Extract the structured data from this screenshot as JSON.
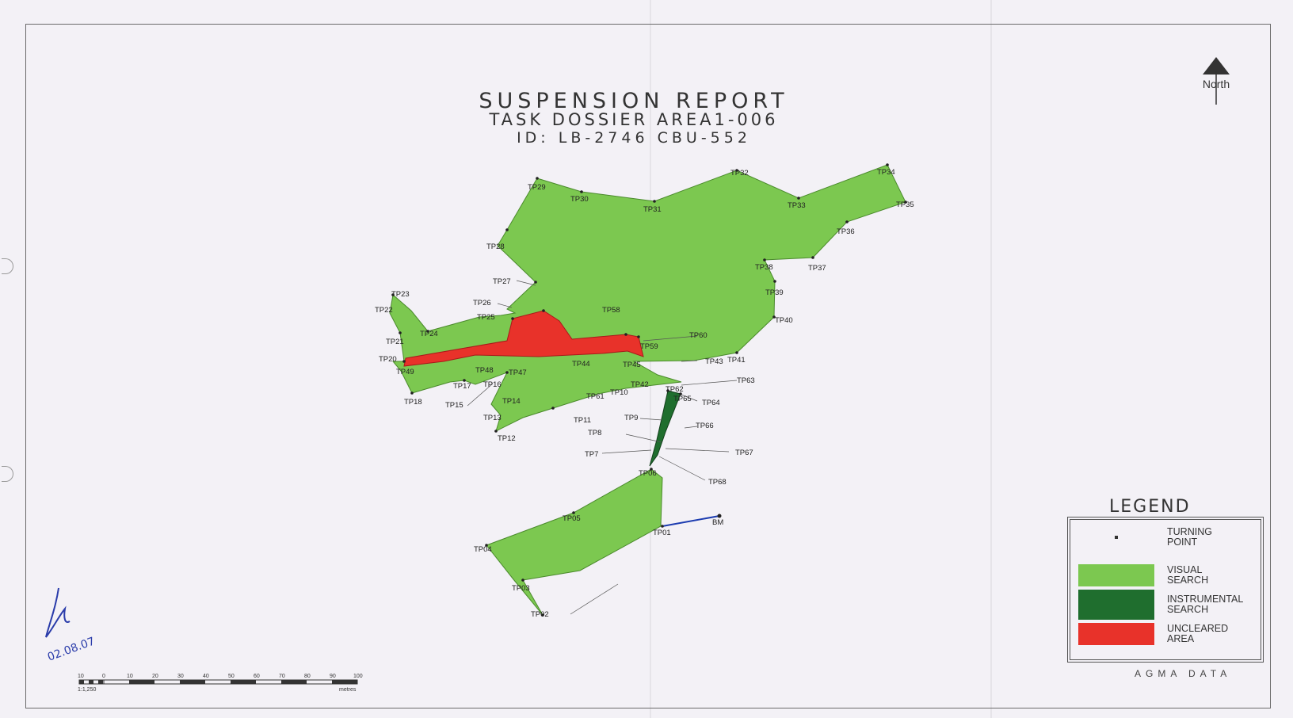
{
  "title": {
    "line1": "SUSPENSION REPORT",
    "line2": "TASK DOSSIER AREA1-006",
    "line3": "ID: LB-2746 CBU-552"
  },
  "north_label": "North",
  "legend": {
    "title": "LEGEND",
    "items": [
      {
        "label_1": "TURNING",
        "label_2": "POINT",
        "color": "#333333"
      },
      {
        "label_1": "VISUAL",
        "label_2": "SEARCH",
        "color": "#7cc850"
      },
      {
        "label_1": "INSTRUMENTAL",
        "label_2": "SEARCH",
        "color": "#1f6e2e"
      },
      {
        "label_1": "UNCLEARED",
        "label_2": "AREA",
        "color": "#e8322a"
      }
    ]
  },
  "credit": "AGMA DATA",
  "scale_bar": {
    "ticks": [
      "10",
      "0",
      "10",
      "20",
      "30",
      "40",
      "50",
      "60",
      "70",
      "80",
      "90",
      "100"
    ],
    "ratio": "1:1,250",
    "unit": "metres"
  },
  "signature_date": "02.08.07",
  "benchmark_label": "BM",
  "colors": {
    "visual": "#7cc850",
    "instrumental": "#1f6e2e",
    "uncleared": "#e8322a",
    "bm_line": "#1c3cb0"
  },
  "turning_points": [
    "TP01",
    "TP02",
    "TP03",
    "TP04",
    "TP05",
    "TP06",
    "TP7",
    "TP8",
    "TP9",
    "TP10",
    "TP11",
    "TP12",
    "TP13",
    "TP14",
    "TP15",
    "TP16",
    "TP17",
    "TP18",
    "TP20",
    "TP21",
    "TP22",
    "TP23",
    "TP24",
    "TP25",
    "TP26",
    "TP27",
    "TP28",
    "TP29",
    "TP30",
    "TP31",
    "TP32",
    "TP33",
    "TP34",
    "TP35",
    "TP36",
    "TP37",
    "TP38",
    "TP39",
    "TP40",
    "TP41",
    "TP42",
    "TP43",
    "TP44",
    "TP45",
    "TP47",
    "TP48",
    "TP49",
    "TP58",
    "TP59",
    "TP60",
    "TP61",
    "TP62",
    "TP63",
    "TP64",
    "TP65",
    "TP66",
    "TP67",
    "TP68"
  ]
}
